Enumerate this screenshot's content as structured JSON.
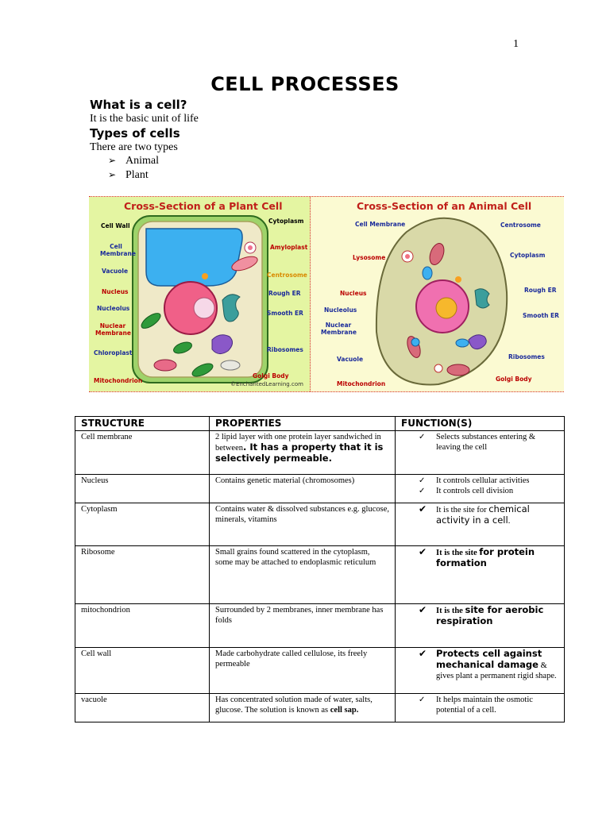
{
  "page_number": "1",
  "title": "CELL PROCESSES",
  "intro": {
    "q1": "What is a cell?",
    "a1": "It is the basic unit of life",
    "q2": "Types of cells",
    "a2": "There are two types",
    "types": [
      "Animal",
      "Plant"
    ]
  },
  "figure": {
    "plant_title": "Cross-Section of a Plant Cell",
    "animal_title": "Cross-Section of an Animal Cell",
    "copyright": "©EnchantedLearning.com",
    "plant_labels_left": [
      "Cell Wall",
      "Cell Membrane",
      "Vacuole",
      "Nucleus",
      "Nucleolus",
      "Nuclear Membrane",
      "Chloroplast",
      "Mitochondrion"
    ],
    "plant_labels_right": [
      "Cytoplasm",
      "Amyloplast",
      "Centrosome",
      "Rough ER",
      "Smooth ER",
      "Ribosomes",
      "Golgi Body"
    ],
    "animal_labels_left": [
      "Cell Membrane",
      "Lysosome",
      "Nucleus",
      "Nucleolus",
      "Nuclear Membrane",
      "Vacuole",
      "Mitochondrion"
    ],
    "animal_labels_right": [
      "Centrosome",
      "Cytoplasm",
      "Rough ER",
      "Smooth ER",
      "Ribosomes",
      "Golgi Body"
    ]
  },
  "table": {
    "headers": [
      "STRUCTURE",
      "PROPERTIES",
      "FUNCTION(S)"
    ],
    "rows": [
      {
        "structure": "Cell membrane",
        "prop_a": "2 lipid layer with one protein layer sandwiched in between",
        "prop_b": ". It has a property that it is selectively permeable.",
        "functions": [
          "Selects  substances entering & leaving the cell"
        ]
      },
      {
        "structure": "Nucleus",
        "prop_a": "Contains genetic material (chromosomes)",
        "functions": [
          "It controls cellular activities",
          "It controls cell division"
        ]
      },
      {
        "structure": "Cytoplasm",
        "prop_a": "Contains water & dissolved substances e.g. glucose, minerals, vitamins",
        "fn_a": "It is the site for ",
        "fn_b": "chemical activity in a cell",
        "fn_c": "."
      },
      {
        "structure": "Ribosome",
        "prop_a": "Small grains found scattered in the cytoplasm, some may be attached to endoplasmic reticulum",
        "fn_a": "It is the site ",
        "fn_b": "for protein formation"
      },
      {
        "structure": "mitochondrion",
        "prop_a": "Surrounded by 2 membranes, inner membrane has folds",
        "fn_a": "It is the ",
        "fn_b": "site for aerobic respiration"
      },
      {
        "structure": "Cell wall",
        "prop_a": "Made carbohydrate called cellulose, its freely permeable",
        "fn_a": "Protects cell against mechanical damage",
        "fn_b": " & gives plant a permanent rigid shape."
      },
      {
        "structure": "vacuole",
        "prop_a": "Has concentrated solution made of water, salts, glucose. The solution is known as ",
        "prop_b": "cell sap.",
        "functions": [
          "It helps maintain the osmotic potential of a cell."
        ]
      }
    ]
  },
  "colors": {
    "plant_bg": "#e4f5a2",
    "animal_bg": "#fbfad2",
    "title_red": "#c0201a",
    "label_blue": "#1a2a9a"
  }
}
